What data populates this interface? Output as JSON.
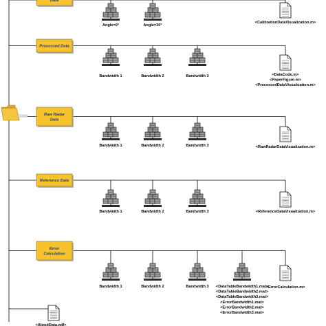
{
  "sections": [
    {
      "name_lines": [
        "Data"
      ],
      "children": [
        {
          "label": "Angle=0°"
        },
        {
          "label": "Angle=30°"
        }
      ],
      "file_labels": [
        "<CalibrationDataVisualization.m>"
      ]
    },
    {
      "name_lines": [
        "Processed Data"
      ],
      "children": [
        {
          "label": "Bandwidth 1"
        },
        {
          "label": "Bandwidth 2"
        },
        {
          "label": "Bandwidth 3"
        }
      ],
      "file_labels": [
        "<DataCode.m>",
        "<PaperFigure.m>",
        "<ProcessedDataVisualization.m>"
      ]
    },
    {
      "name_lines": [
        "Raw Radar",
        "Data"
      ],
      "children": [
        {
          "label": "Bandwidth 1"
        },
        {
          "label": "Bandwidth 2"
        },
        {
          "label": "Bandwidth 3"
        }
      ],
      "file_labels": [
        "<RawRadarDataVisualization.m>"
      ]
    },
    {
      "name_lines": [
        "Reference Data"
      ],
      "children": [
        {
          "label": "Bandwidth 1"
        },
        {
          "label": "Bandwidth 2"
        },
        {
          "label": "Bandwidth 3"
        }
      ],
      "file_labels": [
        "<ReferenceDataVisualization.m>"
      ]
    },
    {
      "name_lines": [
        "Error",
        "Calculation"
      ],
      "children": [
        {
          "label": "Bandwidth 1"
        },
        {
          "label": "Bandwidth 2"
        },
        {
          "label": "Bandwidth 3"
        }
      ],
      "mat_icon": true,
      "mat_labels": [
        "<DataTableBandwidth1.mat>",
        "<DataTableBandwidth2.mat>",
        "<DataTableBandwidth3.mat>",
        "<ErrorBandwidth1.mat>",
        "<ErrorBandwidth2.mat>",
        "<ErrorBandwidth3.mat>"
      ],
      "file_labels": [
        "<ErrorCalculation.m>"
      ]
    }
  ],
  "root_file_label": "<AboutData.pdf>",
  "colors": {
    "box_fill": "#f7c22b",
    "box_text": "#1f3a7a",
    "folder": "#f5c542",
    "line": "#000000"
  },
  "icons": {
    "root": "folder-icon",
    "subfolder": "database-icon",
    "script_file": "document-icon"
  }
}
